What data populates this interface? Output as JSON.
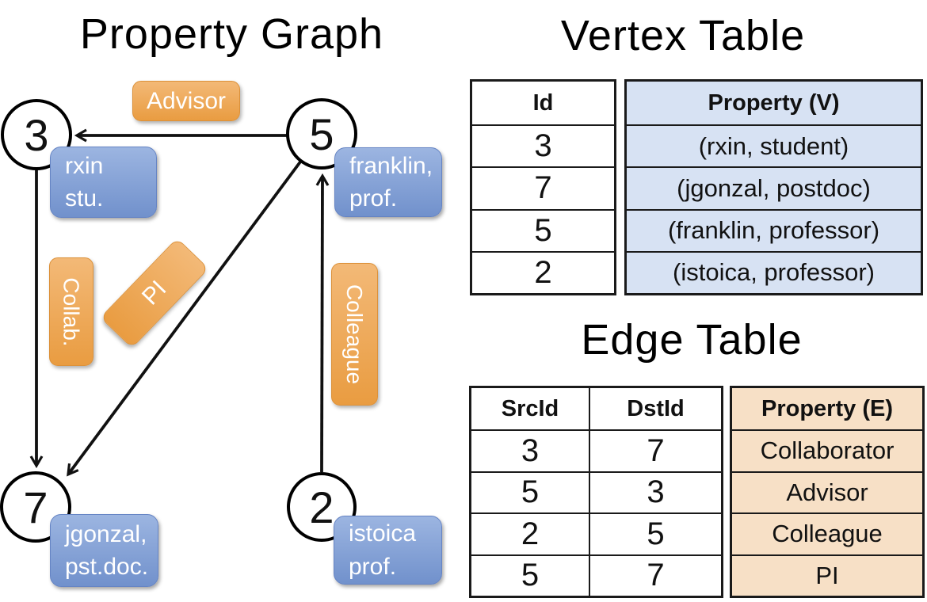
{
  "titles": {
    "graph": "Property Graph",
    "vertex_table": "Vertex Table",
    "edge_table": "Edge Table"
  },
  "graph": {
    "nodes": [
      {
        "id": "3",
        "line1": "rxin",
        "line2": "stu."
      },
      {
        "id": "5",
        "line1": "franklin,",
        "line2": "prof."
      },
      {
        "id": "7",
        "line1": "jgonzal,",
        "line2": "pst.doc."
      },
      {
        "id": "2",
        "line1": "istoica",
        "line2": "prof."
      }
    ],
    "edge_labels": {
      "advisor": "Advisor",
      "collab": "Collab.",
      "pi": "PI",
      "colleague": "Colleague"
    }
  },
  "vertex_table": {
    "header_id": "Id",
    "header_property": "Property (V)",
    "rows": [
      {
        "id": "3",
        "property": "(rxin, student)"
      },
      {
        "id": "7",
        "property": "(jgonzal, postdoc)"
      },
      {
        "id": "5",
        "property": "(franklin, professor)"
      },
      {
        "id": "2",
        "property": "(istoica, professor)"
      }
    ]
  },
  "edge_table": {
    "header_src": "SrcId",
    "header_dst": "DstId",
    "header_property": "Property (E)",
    "rows": [
      {
        "src": "3",
        "dst": "7",
        "property": "Collaborator"
      },
      {
        "src": "5",
        "dst": "3",
        "property": "Advisor"
      },
      {
        "src": "2",
        "dst": "5",
        "property": "Colleague"
      },
      {
        "src": "5",
        "dst": "7",
        "property": "PI"
      }
    ]
  },
  "colors": {
    "edge_label_orange": "#eda14f",
    "vertex_label_blue": "#7e9fd4",
    "vertex_table_fill": "#d7e2f3",
    "edge_table_fill": "#f7e0c6",
    "line_black": "#111111"
  }
}
